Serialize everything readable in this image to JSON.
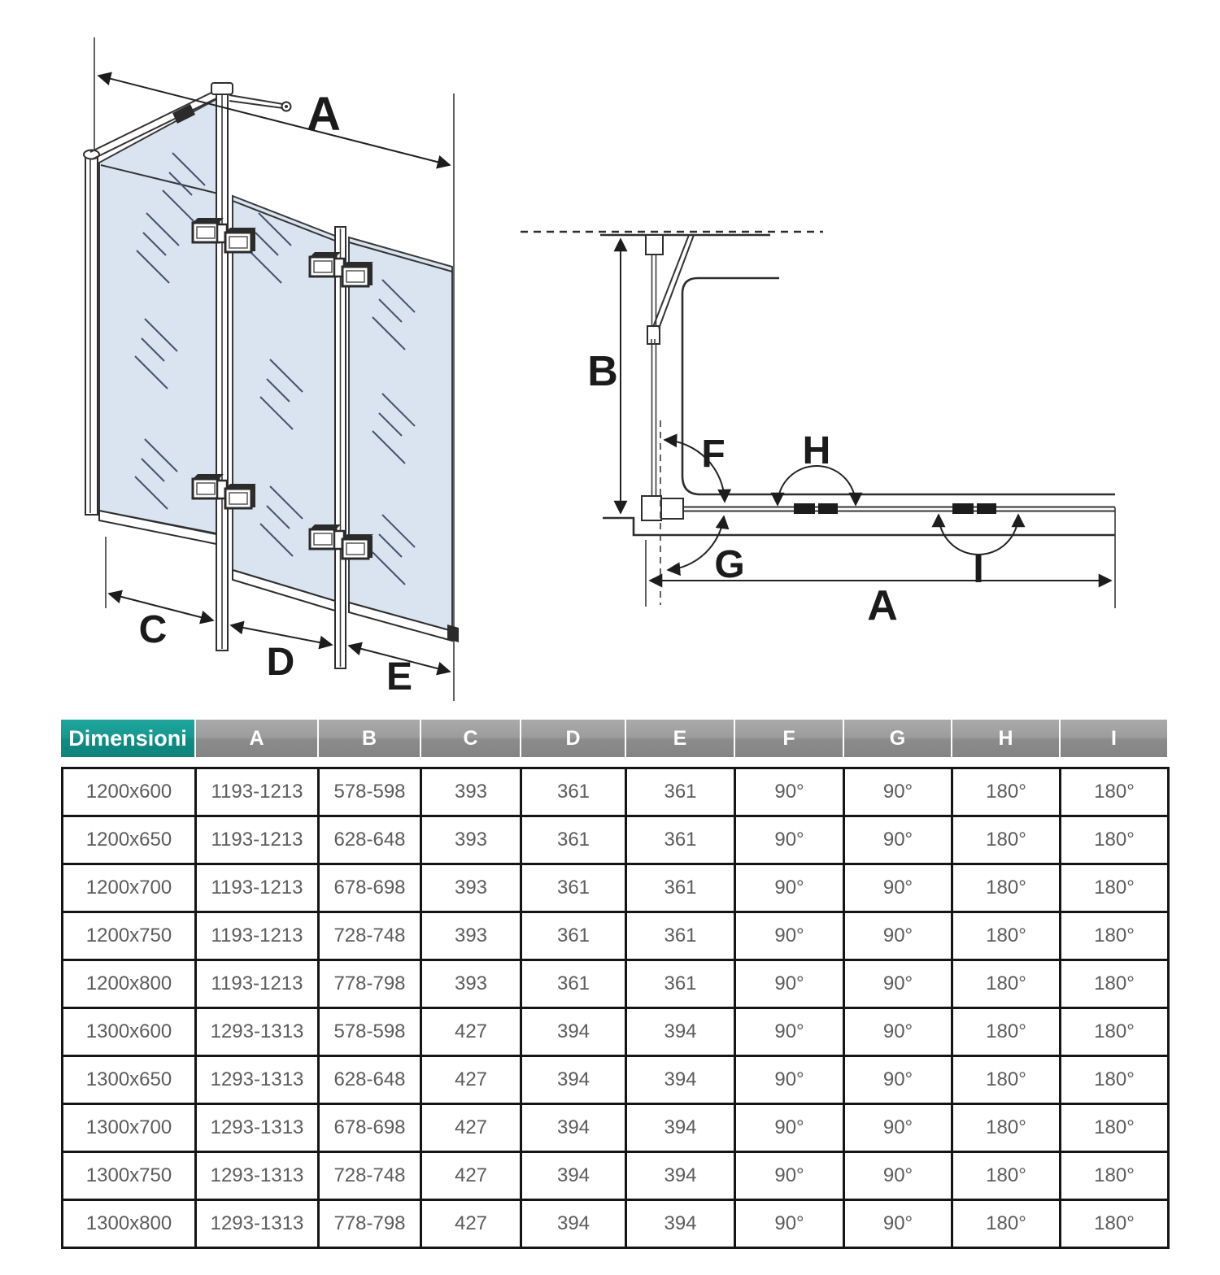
{
  "diagram": {
    "front_view": {
      "description": "3-fold bath shower screen, perspective view",
      "glass_color": "#d9e4f0",
      "labels": {
        "total_width": "A",
        "panel_c": "C",
        "panel_d": "D",
        "panel_e": "E"
      }
    },
    "plan_view": {
      "description": "installation schematic with opening angles",
      "labels": {
        "height": "B",
        "fixed_angle": "F",
        "swing_angle": "G",
        "fold_angle_1": "H",
        "fold_angle_2": "I",
        "total_width": "A"
      }
    }
  },
  "table": {
    "header_label": "Dimensioni",
    "header_colors": {
      "label_bg": "#14948b",
      "columns_bg": "#8e8e8e",
      "text": "#ffffff"
    },
    "columns": [
      "A",
      "B",
      "C",
      "D",
      "E",
      "F",
      "G",
      "H",
      "I"
    ],
    "rows": [
      [
        "1200x600",
        "1193-1213",
        "578-598",
        "393",
        "361",
        "361",
        "90°",
        "90°",
        "180°",
        "180°"
      ],
      [
        "1200x650",
        "1193-1213",
        "628-648",
        "393",
        "361",
        "361",
        "90°",
        "90°",
        "180°",
        "180°"
      ],
      [
        "1200x700",
        "1193-1213",
        "678-698",
        "393",
        "361",
        "361",
        "90°",
        "90°",
        "180°",
        "180°"
      ],
      [
        "1200x750",
        "1193-1213",
        "728-748",
        "393",
        "361",
        "361",
        "90°",
        "90°",
        "180°",
        "180°"
      ],
      [
        "1200x800",
        "1193-1213",
        "778-798",
        "393",
        "361",
        "361",
        "90°",
        "90°",
        "180°",
        "180°"
      ],
      [
        "1300x600",
        "1293-1313",
        "578-598",
        "427",
        "394",
        "394",
        "90°",
        "90°",
        "180°",
        "180°"
      ],
      [
        "1300x650",
        "1293-1313",
        "628-648",
        "427",
        "394",
        "394",
        "90°",
        "90°",
        "180°",
        "180°"
      ],
      [
        "1300x700",
        "1293-1313",
        "678-698",
        "427",
        "394",
        "394",
        "90°",
        "90°",
        "180°",
        "180°"
      ],
      [
        "1300x750",
        "1293-1313",
        "728-748",
        "427",
        "394",
        "394",
        "90°",
        "90°",
        "180°",
        "180°"
      ],
      [
        "1300x800",
        "1293-1313",
        "778-798",
        "427",
        "394",
        "394",
        "90°",
        "90°",
        "180°",
        "180°"
      ]
    ]
  }
}
